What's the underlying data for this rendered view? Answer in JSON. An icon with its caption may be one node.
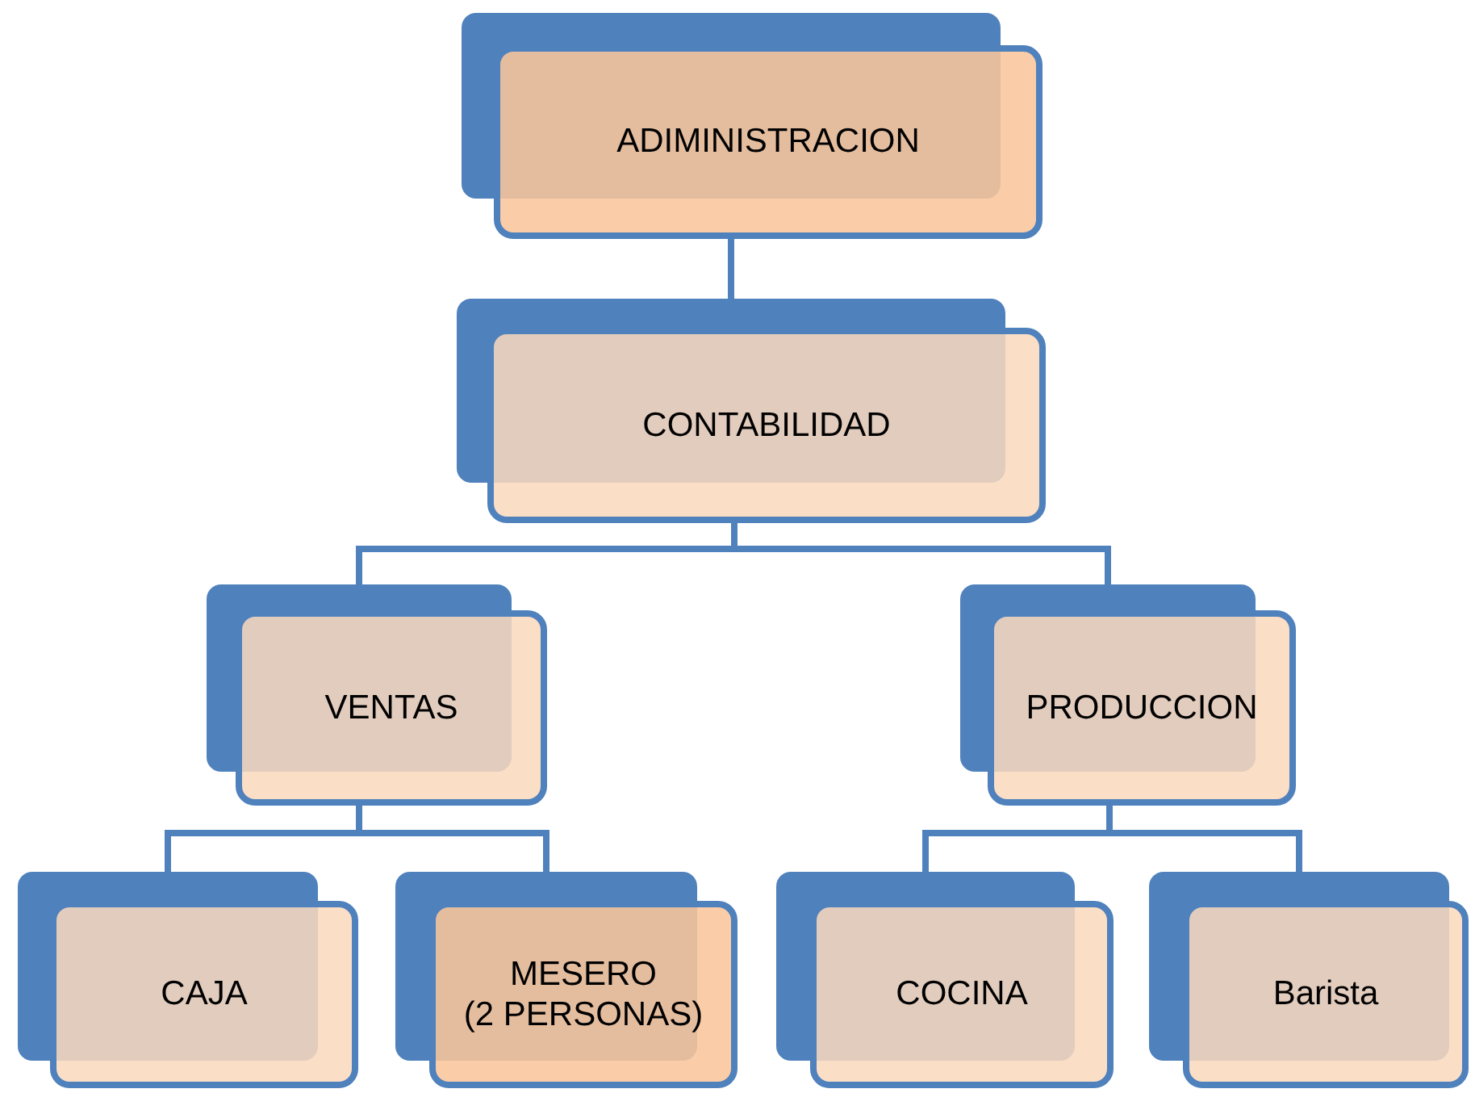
{
  "diagram": {
    "nodes": [
      {
        "text": [
          "ADIMINISTRACION"
        ]
      },
      {
        "text": [
          "CONTABILIDAD"
        ]
      },
      {
        "text": [
          "VENTAS"
        ]
      },
      {
        "text": [
          "PRODUCCION"
        ]
      },
      {
        "text": [
          "CAJA"
        ]
      },
      {
        "text": [
          "MESERO (2 PERSONAS)"
        ]
      },
      {
        "text": [
          "COCINA"
        ]
      },
      {
        "text": [
          "Barista"
        ]
      }
    ],
    "edges": [
      {
        "from": 0,
        "to": 1,
        "arrow": "none"
      },
      {
        "from": 1,
        "to": 2,
        "arrow": "none"
      },
      {
        "from": 1,
        "to": 3,
        "arrow": "none"
      },
      {
        "from": 2,
        "to": 4,
        "arrow": "none"
      },
      {
        "from": 2,
        "to": 5,
        "arrow": "none"
      },
      {
        "from": 3,
        "to": 6,
        "arrow": "none"
      },
      {
        "from": 3,
        "to": 7,
        "arrow": "none"
      }
    ]
  }
}
